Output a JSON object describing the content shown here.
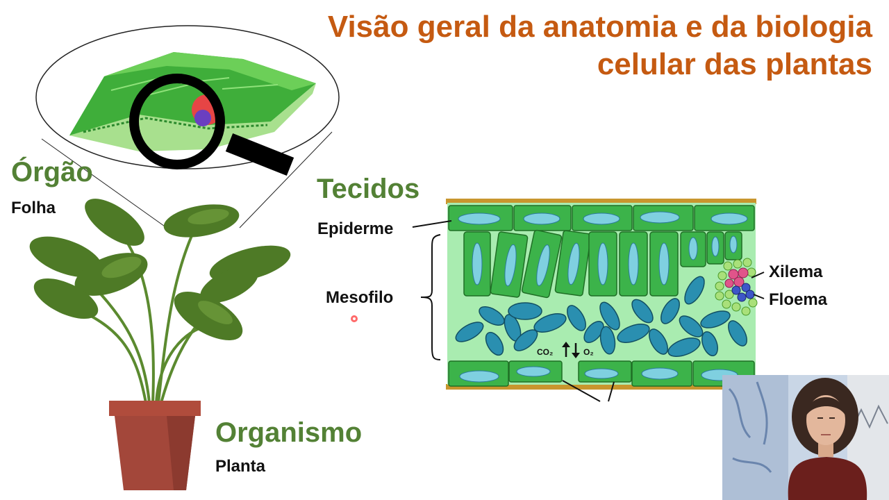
{
  "title": {
    "line1": "Visão geral da anatomia e da biologia",
    "line2": "celular das plantas"
  },
  "levels": {
    "organ": {
      "heading": "Órgão",
      "name": "Folha"
    },
    "tissues": {
      "heading": "Tecidos"
    },
    "organism": {
      "heading": "Organismo",
      "name": "Planta"
    }
  },
  "tissue_labels": {
    "epidermis": "Epiderme",
    "mesophyll": "Mesofilo",
    "xylem": "Xilema",
    "phloem": "Floema",
    "co2": "CO₂",
    "o2": "O₂"
  },
  "colors": {
    "title": "#c55a11",
    "heading": "#538135",
    "cell_green": "#3cb34a",
    "vacuole_blue": "#7fd0e0",
    "stomata_blue": "#2a7b9b",
    "xylem_pink": "#e0548a",
    "phloem_blue": "#3d56c8",
    "pot": "#a3473a"
  },
  "icons": {
    "magnifier": "magnifier-icon",
    "pointer": "laser-pointer-dot"
  }
}
